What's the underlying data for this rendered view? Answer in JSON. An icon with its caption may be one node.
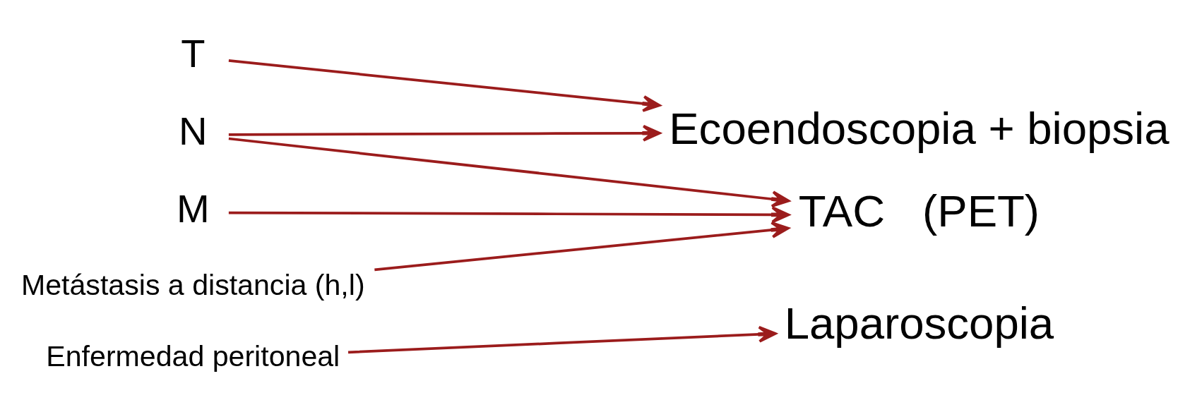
{
  "diagram": {
    "nodes": [
      {
        "text": [
          "T"
        ]
      },
      {
        "text": [
          "N"
        ]
      },
      {
        "text": [
          "M"
        ]
      },
      {
        "text": [
          "Metástasis a distancia (h,l)"
        ]
      },
      {
        "text": [
          "Enfermedad peritoneal"
        ]
      },
      {
        "text": [
          "Ecoendoscopia + biopsia"
        ]
      },
      {
        "text": [
          "TAC   (PET)"
        ]
      },
      {
        "text": [
          "Laparoscopia"
        ]
      }
    ],
    "edges": [
      {
        "from": 0,
        "to": 5,
        "arrow": "to"
      },
      {
        "from": 1,
        "to": 5,
        "arrow": "to"
      },
      {
        "from": 1,
        "to": 6,
        "arrow": "to"
      },
      {
        "from": 2,
        "to": 6,
        "arrow": "to"
      },
      {
        "from": 3,
        "to": 6,
        "arrow": "to"
      },
      {
        "from": 4,
        "to": 7,
        "arrow": "to"
      }
    ]
  }
}
